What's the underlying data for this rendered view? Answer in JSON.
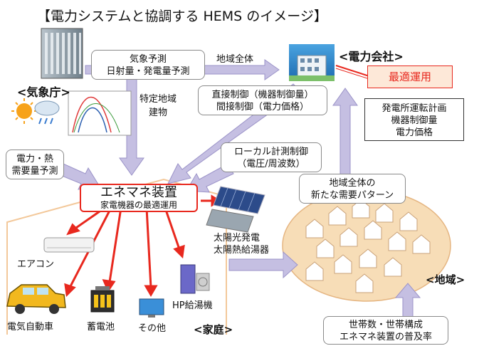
{
  "title": "【電力システムと協調する HEMS のイメージ】",
  "jma": {
    "label": "<気象庁>"
  },
  "utility": {
    "label": "<電力会社>",
    "optimal_operation": "最適運用"
  },
  "boxes": {
    "weather_forecast": "気象予測\n日射量・発電量予測",
    "direct_control": "直接制御（機器制御量）\n間接制御（電力価格）",
    "demand_forecast": "電力・熱\n需要量予測",
    "local_control": "ローカル計測制御\n（電圧/周波数）",
    "plant_plan": "発電所運転計画\n機器制御量\n電力価格",
    "regional_pattern": "地域全体の\n新たな需要パターン",
    "household_stats": "世帯数・世帯構成\nエネマネ装置の普及率"
  },
  "arrow_labels": {
    "whole_region": "地域全体",
    "specific_region": "特定地域\n建物"
  },
  "ems": {
    "title": "エネマネ装置",
    "subtitle": "家電機器の最適運用"
  },
  "devices": {
    "solar": "太陽光発電\n太陽熱給湯器",
    "aircon": "エアコン",
    "ev": "電気自動車",
    "battery": "蓄電池",
    "other": "その他",
    "hp": "HP給湯機"
  },
  "home_label": "<家庭>",
  "region_label": "<地域>",
  "colors": {
    "arrow": "#c5bfe2",
    "arrow_edge": "#9b93c8",
    "red": "#e8281e",
    "region": "#f7ddb7",
    "house": "#f3c89a"
  }
}
